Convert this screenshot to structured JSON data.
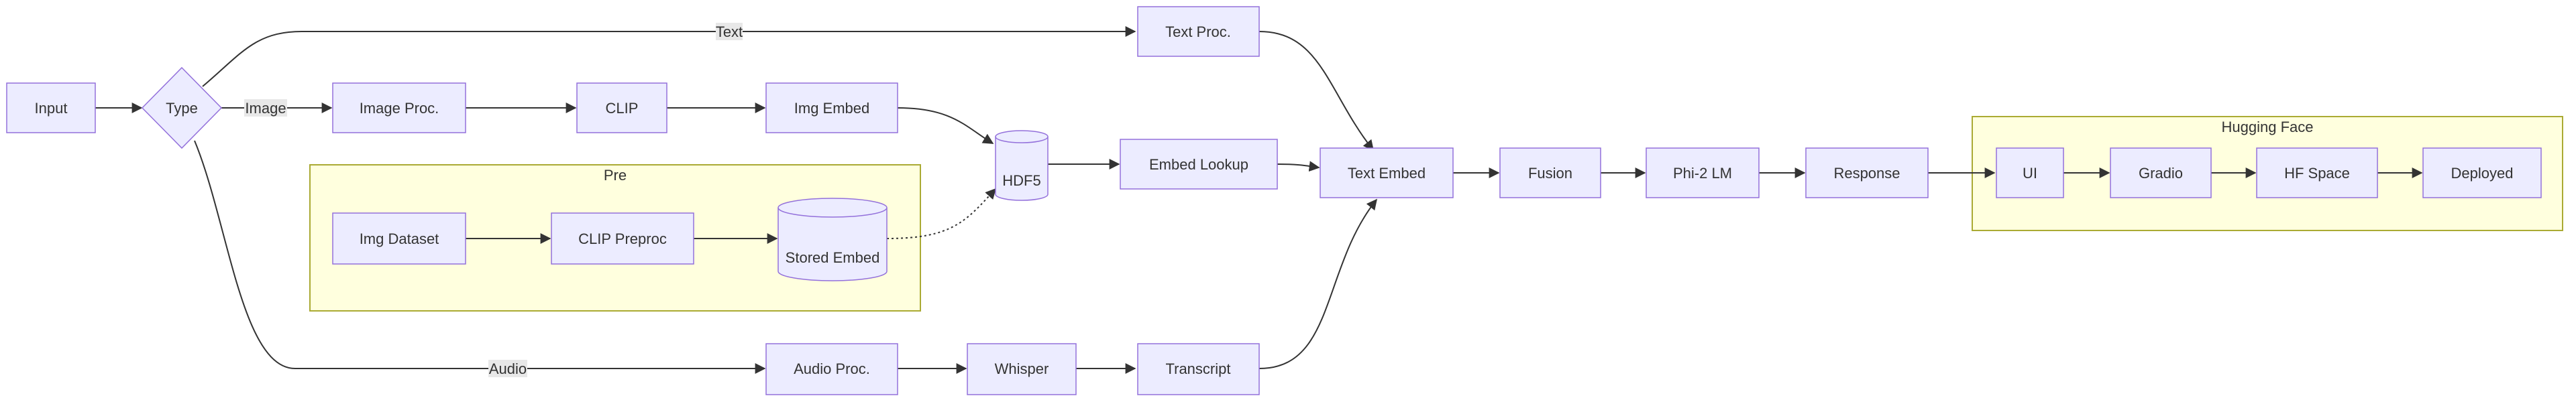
{
  "colors": {
    "node_fill": "#ECECFF",
    "node_stroke": "#9370DB",
    "cluster_fill": "#FFFFDE",
    "cluster_stroke": "#AAAA33",
    "edge": "#333333",
    "label_bg": "#E8E8E8"
  },
  "nodes": {
    "input": "Input",
    "type": "Type",
    "text_proc": "Text Proc.",
    "image_proc": "Image Proc.",
    "clip": "CLIP",
    "img_embed": "Img Embed",
    "hdf5": "HDF5",
    "embed_lookup": "Embed Lookup",
    "text_embed": "Text Embed",
    "fusion": "Fusion",
    "phi2": "Phi-2 LM",
    "response": "Response",
    "ui": "UI",
    "gradio": "Gradio",
    "hf_space": "HF Space",
    "deployed": "Deployed",
    "img_dataset": "Img Dataset",
    "clip_preproc": "CLIP Preproc",
    "stored_embed": "Stored Embed",
    "audio_proc": "Audio Proc.",
    "whisper": "Whisper",
    "transcript": "Transcript"
  },
  "edge_labels": {
    "text": "Text",
    "image": "Image",
    "audio": "Audio"
  },
  "clusters": {
    "pre": "Pre",
    "hugging_face": "Hugging Face"
  }
}
